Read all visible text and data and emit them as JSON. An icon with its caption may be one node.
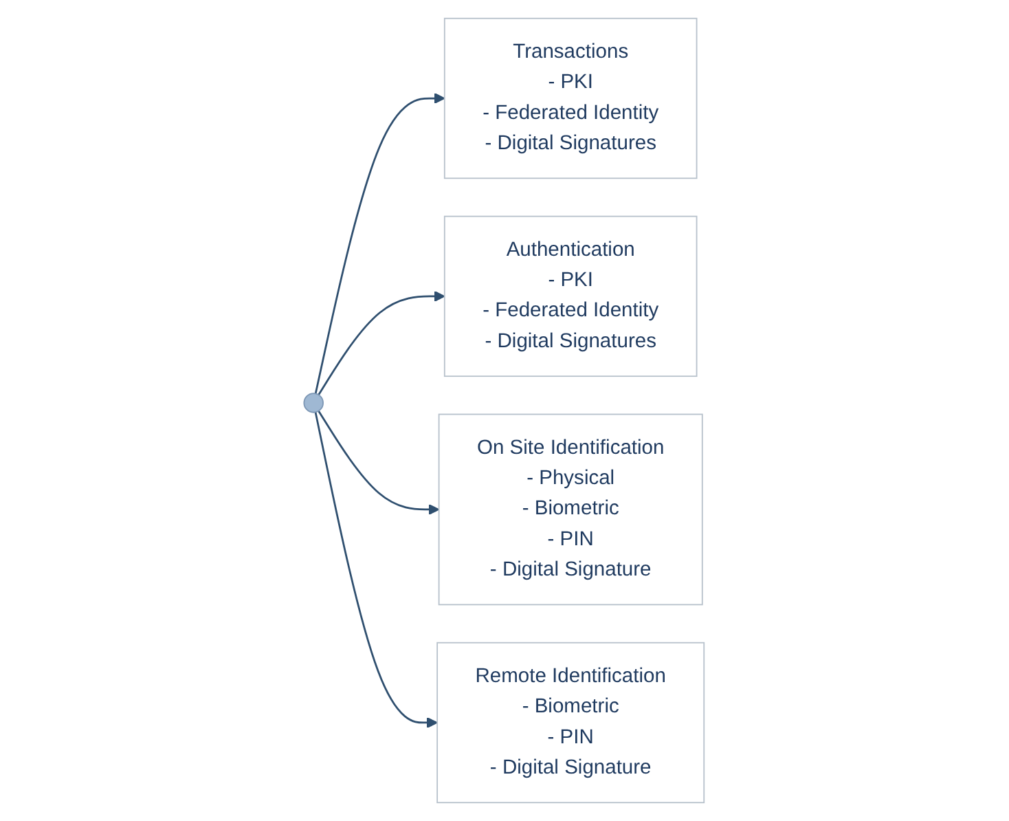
{
  "diagram": {
    "nodes": [
      {
        "text": [
          "Transactions",
          "- PKI",
          "- Federated Identity",
          "- Digital Signatures"
        ]
      },
      {
        "text": [
          "Authentication",
          "- PKI",
          "- Federated Identity",
          "- Digital Signatures"
        ]
      },
      {
        "text": [
          "On Site Identification",
          "- Physical",
          "- Biometric",
          "- PIN",
          "- Digital Signature"
        ]
      },
      {
        "text": [
          "Remote Identification",
          "- Biometric",
          "- PIN",
          "- Digital Signature"
        ]
      },
      {
        "text": [],
        "shape": "circle"
      }
    ],
    "edges": [
      {
        "from": 4,
        "to": 0,
        "arrow": "to"
      },
      {
        "from": 4,
        "to": 1,
        "arrow": "to"
      },
      {
        "from": 4,
        "to": 2,
        "arrow": "to"
      },
      {
        "from": 4,
        "to": 3,
        "arrow": "to"
      }
    ]
  }
}
